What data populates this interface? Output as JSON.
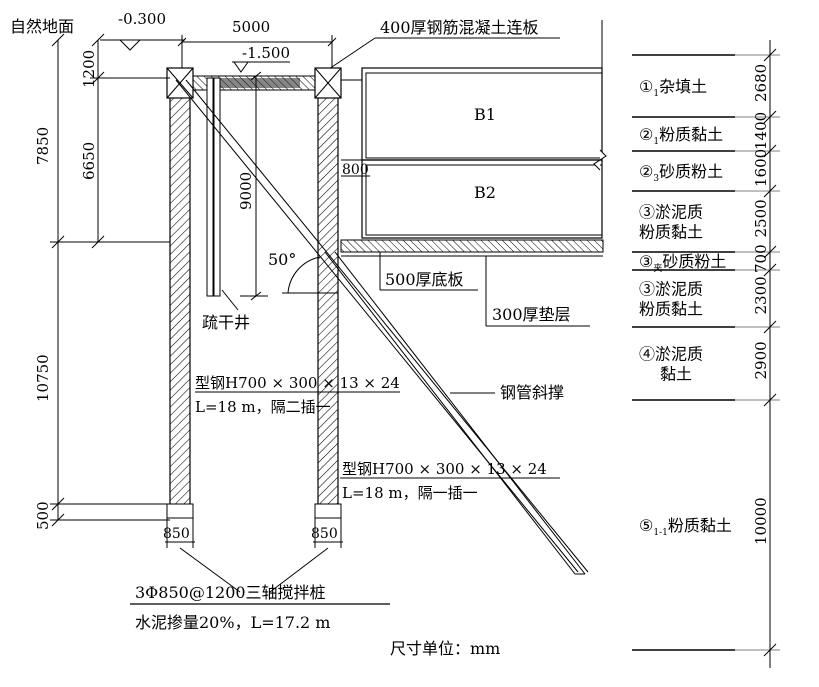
{
  "labels": {
    "ground": "自然地面",
    "ground_level": "-0.300",
    "width_5000": "5000",
    "level_1500": "-1.500",
    "top_slab": "400厚钢筋混凝土连板",
    "b1": "B1",
    "b2": "B2",
    "dim_800": "800",
    "angle": "50°",
    "bottom_slab": "500厚底板",
    "cushion": "300厚垫层",
    "drain_well": "疏干井",
    "steel_left_1": "型钢H700 × 300 × 13 × 24",
    "steel_left_2": "L=18 m，隔二插一",
    "strut": "钢管斜撑",
    "steel_right_1": "型钢H700 × 300 × 13 × 24",
    "steel_right_2": "L=18 m，隔一插一",
    "pile_850_left": "850",
    "pile_850_right": "850",
    "mix_pile_1": "3Φ850@1200三轴搅拌桩",
    "mix_pile_2": "水泥掺量20%，L=17.2 m",
    "units": "尺寸单位：mm"
  },
  "left_dims": {
    "d1200": "1200",
    "d7850": "7850",
    "d6650": "6650",
    "d9000": "9000",
    "d10750": "10750",
    "d500": "500"
  },
  "soil_layers": [
    {
      "id": "①",
      "sub": "1",
      "name": "杂填土",
      "thickness": "2680"
    },
    {
      "id": "②",
      "sub": "1",
      "name": "粉质黏土",
      "thickness": "1400"
    },
    {
      "id": "②",
      "sub": "3",
      "name": "砂质粉土",
      "thickness": "1600"
    },
    {
      "id": "③",
      "sub": "",
      "name": "淤泥质",
      "name2": "粉质黏土",
      "thickness": "2500"
    },
    {
      "id": "③",
      "sub": "夹",
      "name": "砂质粉土",
      "thickness": "700"
    },
    {
      "id": "③",
      "sub": "",
      "name": "淤泥质",
      "name2": "粉质黏土",
      "thickness": "2300"
    },
    {
      "id": "④",
      "sub": "",
      "name": "淤泥质",
      "name2": "黏土",
      "thickness": "2900"
    },
    {
      "id": "⑤",
      "sub": "1-1",
      "name": "粉质黏土",
      "thickness": "10000"
    }
  ]
}
